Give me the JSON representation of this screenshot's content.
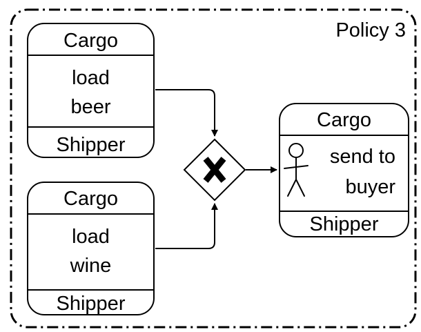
{
  "policy": {
    "label": "Policy 3"
  },
  "tasks": {
    "load_beer": {
      "participant_top": "Cargo",
      "name_line1": "load",
      "name_line2": "beer",
      "participant_bottom": "Shipper"
    },
    "load_wine": {
      "participant_top": "Cargo",
      "name_line1": "load",
      "name_line2": "wine",
      "participant_bottom": "Shipper"
    },
    "send_to_buyer": {
      "participant_top": "Cargo",
      "name_line1": "send to",
      "name_line2": "buyer",
      "participant_bottom": "Shipper",
      "marker_icon": "user-task-icon"
    }
  },
  "gateway": {
    "type": "exclusive",
    "marker_icon": "x-marker-icon"
  },
  "colors": {
    "stroke": "#000000",
    "fill": "#ffffff"
  }
}
